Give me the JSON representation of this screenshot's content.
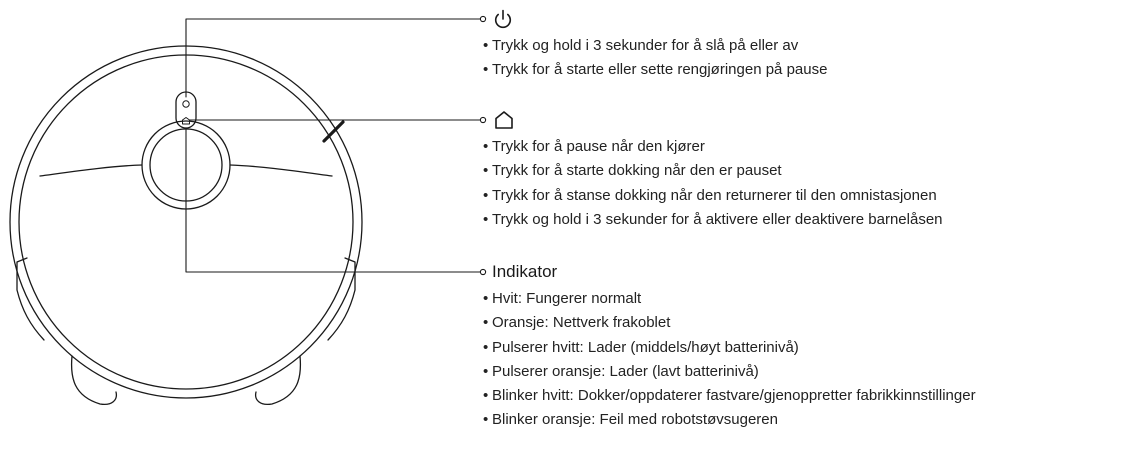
{
  "callouts": [
    {
      "icon": "power-icon",
      "title": "",
      "bullets": [
        "Trykk og hold i 3 sekunder for å slå på eller av",
        "Trykk for å starte eller sette rengjøringen på pause"
      ]
    },
    {
      "icon": "home-icon",
      "title": "",
      "bullets": [
        "Trykk for å pause når den kjører",
        "Trykk for å starte dokking når den er pauset",
        "Trykk for å stanse dokking når den returnerer til den omnistasjonen",
        "Trykk og hold i 3 sekunder for å aktivere eller deaktivere barnelåsen"
      ]
    },
    {
      "icon": "",
      "title": "Indikator",
      "bullets": [
        "Hvit: Fungerer normalt",
        "Oransje: Nettverk frakoblet",
        "Pulserer hvitt: Lader (middels/høyt batterinivå)",
        "Pulserer oransje: Lader (lavt batterinivå)",
        "Blinker hvitt: Dokker/oppdaterer fastvare/gjenoppretter fabrikkinnstillinger",
        "Blinker oransje: Feil med robotstøvsugeren"
      ]
    }
  ],
  "bullet_char": "•"
}
